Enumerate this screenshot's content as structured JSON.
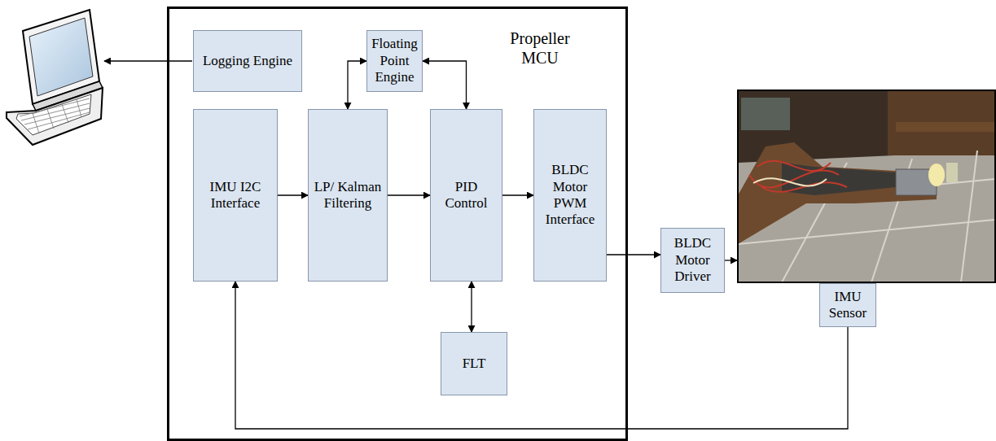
{
  "diagram": {
    "nodes": [
      {
        "text": [
          "Propeller MCU"
        ]
      },
      {
        "text": [
          "Logging Engine"
        ],
        "in": 0
      },
      {
        "text": [
          "Floating Point Engine"
        ],
        "in": 0
      },
      {
        "text": [
          "IMU I2C Interface"
        ],
        "in": 0
      },
      {
        "text": [
          "LP/ Kalman Filtering"
        ],
        "in": 0
      },
      {
        "text": [
          "PID Control"
        ],
        "in": 0
      },
      {
        "text": [
          "BLDC Motor PWM Interface"
        ],
        "in": 0
      },
      {
        "text": [
          "FLT"
        ],
        "in": 0
      },
      {
        "text": [
          "BLDC Motor Driver"
        ]
      },
      {
        "text": [
          "IMU Sensor"
        ]
      }
    ],
    "edges": [
      {
        "from": 2,
        "to": 4,
        "arrow": "both"
      },
      {
        "from": 2,
        "to": 5,
        "arrow": "both"
      },
      {
        "from": 3,
        "to": 4,
        "arrow": "to"
      },
      {
        "from": 4,
        "to": 5,
        "arrow": "to"
      },
      {
        "from": 5,
        "to": 6,
        "arrow": "to"
      },
      {
        "from": 5,
        "to": 7,
        "arrow": "both"
      },
      {
        "from": 6,
        "to": 8,
        "arrow": "to"
      },
      {
        "from": 9,
        "to": 3,
        "arrow": "to"
      }
    ]
  }
}
